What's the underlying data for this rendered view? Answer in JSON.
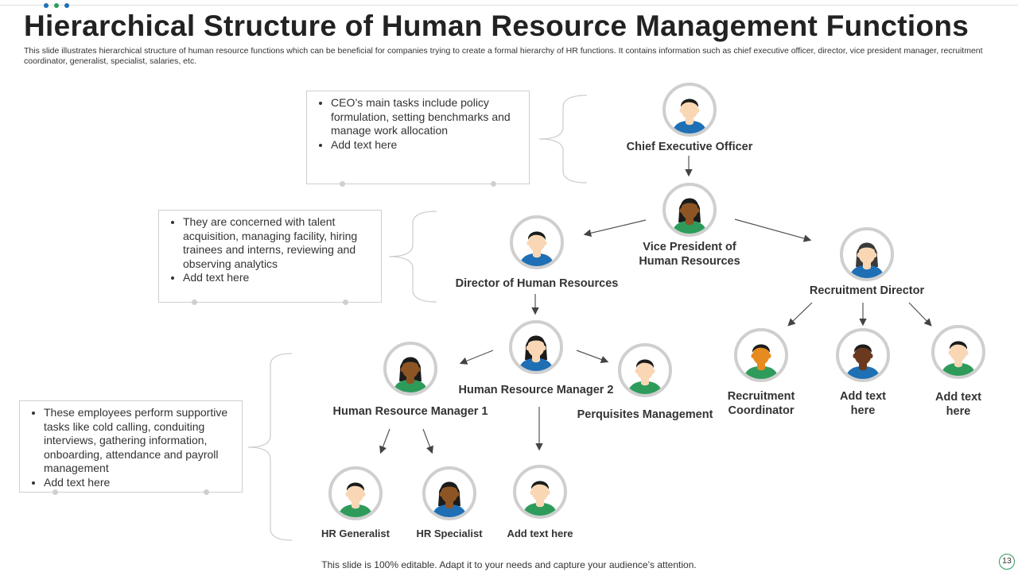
{
  "slide": {
    "title": "Hierarchical Structure of Human Resource Management Functions",
    "subtitle": "This slide illustrates hierarchical structure of human resource functions which can be beneficial for companies trying to create a formal hierarchy of HR functions. It contains information such as chief executive officer, director, vice president manager, recruitment coordinator, generalist, specialist, salaries, etc.",
    "footer": "This slide is 100% editable. Adapt it to your needs and capture your audience’s attention.",
    "page_number": "13",
    "accent_colors": [
      "#1f6fb5",
      "#2e9b5b",
      "#1f6fb5"
    ]
  },
  "nodes": {
    "ceo": {
      "label": "Chief Executive Officer"
    },
    "vp": {
      "label_line1": "Vice President of",
      "label_line2": "Human Resources"
    },
    "director": {
      "label": "Director of Human Resources"
    },
    "recruitment_director": {
      "label": "Recruitment Director"
    },
    "hr_manager_2": {
      "label": "Human Resource Manager 2"
    },
    "hr_manager_1": {
      "label": "Human Resource Manager 1"
    },
    "perquisites": {
      "label": "Perquisites Management"
    },
    "recruitment_coordinator": {
      "label_line1": "Recruitment",
      "label_line2": "Coordinator"
    },
    "add_text_1": {
      "label_line1": "Add text",
      "label_line2": "here"
    },
    "add_text_2": {
      "label_line1": "Add text",
      "label_line2": "here"
    },
    "hr_generalist": {
      "label": "HR Generalist"
    },
    "hr_specialist": {
      "label": "HR Specialist"
    },
    "add_text_3": {
      "label": "Add text here"
    }
  },
  "notes": {
    "ceo_note": {
      "items": [
        "CEO’s main tasks include policy formulation, setting benchmarks and manage work allocation",
        "Add text here"
      ]
    },
    "director_note": {
      "items": [
        "They are concerned with talent acquisition, managing facility, hiring trainees and interns, reviewing and observing analytics",
        "Add text here"
      ]
    },
    "staff_note": {
      "items": [
        "These employees perform supportive tasks like cold calling, conduiting interviews, gathering information, onboarding, attendance and payroll management",
        "Add text here"
      ]
    }
  }
}
